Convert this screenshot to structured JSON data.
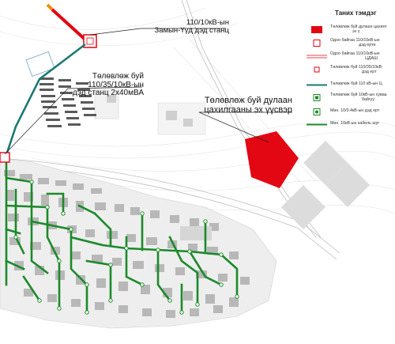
{
  "map": {
    "labels": {
      "substation_existing": [
        "110/10кВ-ын",
        "Замын-Үүд дэд станц"
      ],
      "substation_planned": [
        "Төлөвлөж буй",
        "110/35/10кВ-ын",
        "дэд станц 2х40мВА"
      ],
      "heating_plant": [
        "Төлөвлөж буй дулаан",
        "цахилгааны эх үүсвэр"
      ]
    },
    "colors": {
      "red": "#e30613",
      "teal": "#1b7a72",
      "green": "#1c8a2a",
      "gray_block": "#d9d9d9",
      "city_blocks": "#bdbdbd"
    }
  },
  "legend": {
    "title": "Таних тэмдэг",
    "items": [
      {
        "symbol": "red-filled-square",
        "text": [
          "Төлөвлөж буй дулаан цахилг",
          "эх ү"
        ]
      },
      {
        "symbol": "red-outline-square",
        "text": [
          "Одоо байгаа 110/10кВ-ын",
          "дэд ертө"
        ]
      },
      {
        "symbol": "red-double-line",
        "text": [
          "Одоо байгаа 110/10кВ-ын",
          "ЦДАШ"
        ]
      },
      {
        "symbol": "red-outline-square-small",
        "text": [
          "Төлөвлөж буй 110/35/10кВ-",
          "дэд ерт"
        ]
      },
      {
        "symbol": "teal-line",
        "text": [
          "Төлөвлөж буй 110 кВ-ын Ц"
        ]
      },
      {
        "symbol": "green-square",
        "text": [
          "Төлөвлөж буй 10кВ-ын хуваа",
          "байгуу"
        ]
      },
      {
        "symbol": "green-circle-icon",
        "text": [
          "Мөн. 10/0.4кВ-ын дэд ерт"
        ]
      },
      {
        "symbol": "green-line",
        "text": [
          "Мөн. 10кВ-ын кабель шуг"
        ]
      }
    ]
  }
}
